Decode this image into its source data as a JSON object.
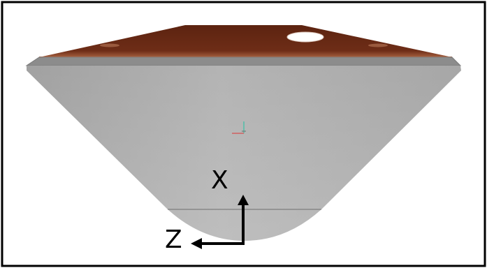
{
  "render_view": {
    "model": "capsule-heatshield-cone",
    "colors": {
      "background": "#ffffff",
      "frame_border": "#000000",
      "top_plate": "#6a2a16",
      "top_plate_edge": "#a0583a",
      "rim": "#8f8f8f",
      "body": "#a9a9a9",
      "indicator_arrows": "#000000"
    },
    "axis_labels": {
      "x": "X",
      "z": "Z"
    },
    "icons": {
      "axis_arrow_x": "arrow-up-icon",
      "axis_arrow_z": "arrow-left-icon",
      "origin_triad": "triad-icon"
    }
  }
}
